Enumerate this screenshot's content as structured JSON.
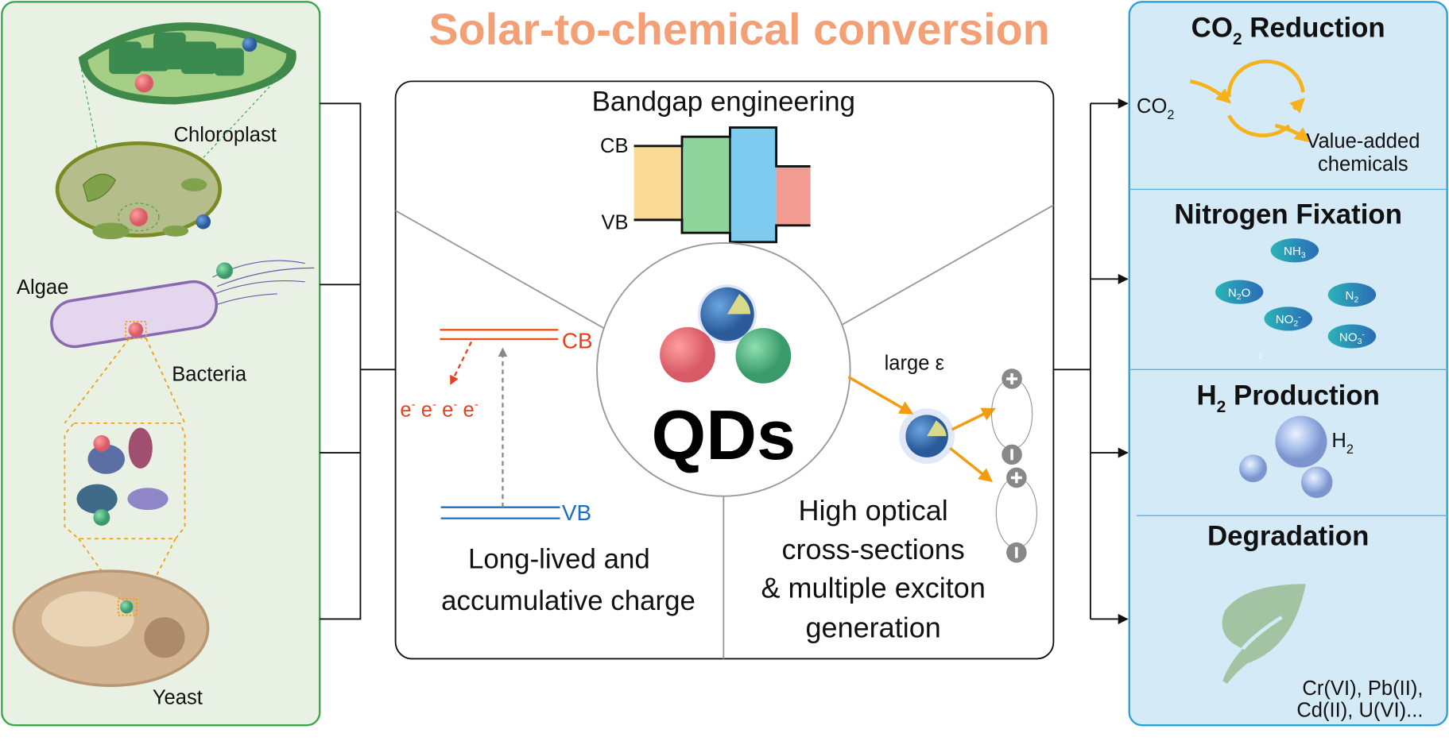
{
  "title": "Solar-to-chemical conversion",
  "colors": {
    "title": "#f3a077",
    "left_bg": "#e8f1e4",
    "left_border": "#3aa54a",
    "right_bg": "#d4eaf7",
    "right_border": "#2a9fd8",
    "cb_red": "#e8401e",
    "vb_blue": "#1a6fc0",
    "arrow_orange": "#f39c12"
  },
  "organisms": {
    "chloroplast": "Chloroplast",
    "algae": "Algae",
    "bacteria": "Bacteria",
    "yeast": "Yeast"
  },
  "center": {
    "bandgap_title": "Bandgap engineering",
    "bandgap_cb": "CB",
    "bandgap_vb": "VB",
    "qds": "QDs",
    "charge_cb": "CB",
    "charge_vb": "VB",
    "electron": "e",
    "electron_sup": "-",
    "charge_line1": "Long-lived and",
    "charge_line2": "accumulative charge",
    "large_eps": "large  ε",
    "optical_line1": "High optical",
    "optical_line2": "cross-sections",
    "optical_line3": "& multiple exciton",
    "optical_line4": "generation"
  },
  "applications": {
    "co2": {
      "title_a": "CO",
      "title_sub": "2",
      "title_b": " Reduction",
      "input_a": "CO",
      "input_sub": "2",
      "output_line1": "Value-added",
      "output_line2": "chemicals"
    },
    "nitrogen": {
      "title": "Nitrogen Fixation",
      "nh3": "NH",
      "nh3_sub": "3",
      "n2o_a": "N",
      "n2o_sub": "2",
      "n2o_b": "O",
      "n2": "N",
      "n2_sub": "2",
      "no2": "NO",
      "no2_sub": "2",
      "no2_sup": "-",
      "no3": "NO",
      "no3_sub": "3",
      "no3_sup": "-",
      "stray": "2"
    },
    "h2": {
      "title_a": "H",
      "title_sub": "2",
      "title_b": " Production",
      "label": "H",
      "label_sub": "2"
    },
    "degradation": {
      "title": "Degradation",
      "line1": "Cr(VI), Pb(II),",
      "line2": "Cd(II), U(VI)..."
    }
  }
}
